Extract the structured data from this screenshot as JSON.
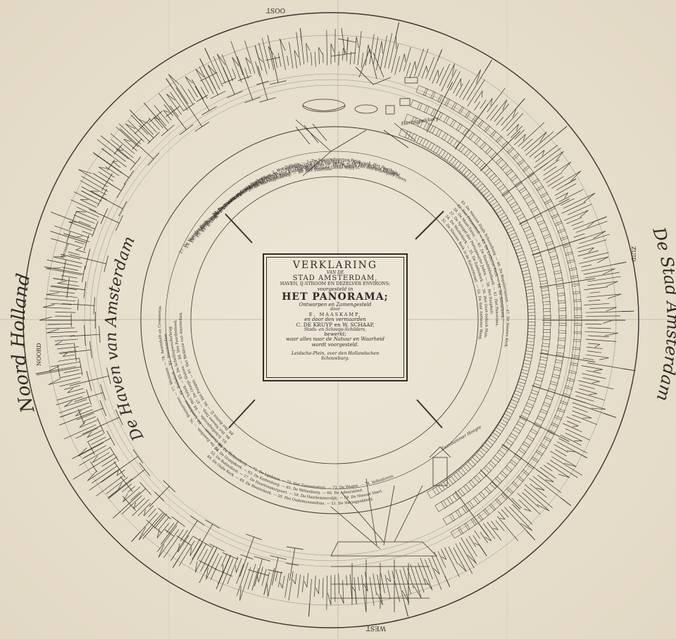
{
  "compass": {
    "north_left": "NOORD",
    "south_right": "ZUID",
    "east_top": "OOST",
    "west_bottom": "WEST"
  },
  "ring_titles": {
    "left_outer": "Noord Holland",
    "left_inner": "De Haven van Amsterdam",
    "right_outer": "De Stad Amsterdam"
  },
  "small_labels": {
    "harbour_note": "Haringpakkery",
    "ship_label": "Yacoom",
    "lower_right_note": "Zaandammer Hoogte"
  },
  "cartouche": {
    "title": "VERKLARING",
    "van_de": "VAN DE",
    "city": "STAD AMSTERDAM,",
    "subtitle": "HAVEN, IJ-STROOM EN DEZELVER ENVIRONS;",
    "voorgesteld": "voorgesteld in",
    "panorama": "HET PANORAMA;",
    "ontworpen": "Ontworpen en Zamengesteld",
    "door": "door",
    "author": "E. MAASKAMP,",
    "vermaarde": "en door den vermaarden",
    "painters": "C. DE KRUYP en W. SCHAAP,",
    "painters_role": "Stads- en Scheeps-Schilders,",
    "bewerkt": "bewerkt;",
    "nature1": "waar alles naar de Natuur en Waarheid",
    "nature2": "wordt voorgesteld.",
    "place1": "Leidsche-Plein, over den Hollandschen",
    "place2": "Schouwburg."
  },
  "legend": {
    "top": [
      "N.° 1. De Nieuwe Stads-Herberg. — 2. Het Tolhuis. — 3. De Spaarndammer Brug. — 4. Het Rusthuis.",
      "5. Haarlemmerdam. — 6. Schreierstoren. — 7. Oudezijds. — 8. De Voorburg. — 9. Kattenburg. — 10. Texel.",
      "11. De Kraan. — 12. Het Oosterdok en Zeerecht. — 13. Oostelijke hoek van het IJ. — 14. Het Kaapse Eiland.",
      "15. Het Zwanenburg. — 16. Het Oostindisch Pakhuis. — 17. Oranje-Nassau. — 18. De Spits van den Schreijers-Toren.",
      "19. De Montelbaans-Toren. — 20. De Waterpoort. — 21. Het Kamper-Hoofd. — 22. Het Zeerecht.",
      "23. Het Werkhuis. — 24. De Muider-Poort. — 25. De Kleine Engel. — 26. Het Nieuwe Lands Werf.",
      "27. De Noorder Kerk. — 28. De Oude Kerk. — 29. De Haringpakkerij. — 30. Het Stadhuis."
    ],
    "right": [
      "32. De Nieuwe Kerk in de Kalverstraat. — 33. De Sint Anthonie Waag.",
      "34. De Westerkerk. — 35. De Zuiderkerk. — 36. Het Oost-Indisch Huis.",
      "37. De Spiegel der Portugeesche Joden. — 38. Het Rasphuis.",
      "39. De Munt-Toren. — 40. De Stadsbibliotheek. — 41. Het Panorama.",
      "42. Het Prinsenhof. — 43. De Lutherse Kerk. — 44. De Amstelkerk.",
      "45. De Nieuwe Stads Schouwburg. — 46. De Regulierspoort. — 47. De Nieuwe Kerk."
    ],
    "bottom": [
      "48. De Oude Kerk. — 49. De Westerkerk. — 50. Het Oudemannenhuis. — 51. De Haringpakkerij.",
      "53. De Buitenkant. — 57. De Haarlemmerpoort. — 58. De Haarlemmerdijk. — 59. De Nieuwe Vaart.",
      "60. De Oranjekerk. — 63. De Kattenburg. — 65. De Wittenburg. — 66. De Admiraliteit.",
      "69. De Blokmakerij. — 71. De Lijnbaan. — 72. Het Zeemanshuis. — 73. De Wagen. — 74. Vollenhoven."
    ],
    "left": [
      "75. De Zaandam. — 76. Wormerveer. — 77. Westzaan. — 78. Assendelft en Crommenie.",
      "79. Oostzaan. — 80. Landsmeer. — 81. Buiksloot. — 82. Nieuwendam.",
      "83. Schellingwoude. — 84. Het Tolhek. — 85. De Schellingwouderbrug.",
      "86. Het Nieuwe Diep. — 87. De Oranje Sluizen. — 88. Het Paardenhoek.",
      "89. Het Buiten IJ. — 90. Het Pampus. — 91. Het Blokhuis van Amsterdam."
    ]
  }
}
